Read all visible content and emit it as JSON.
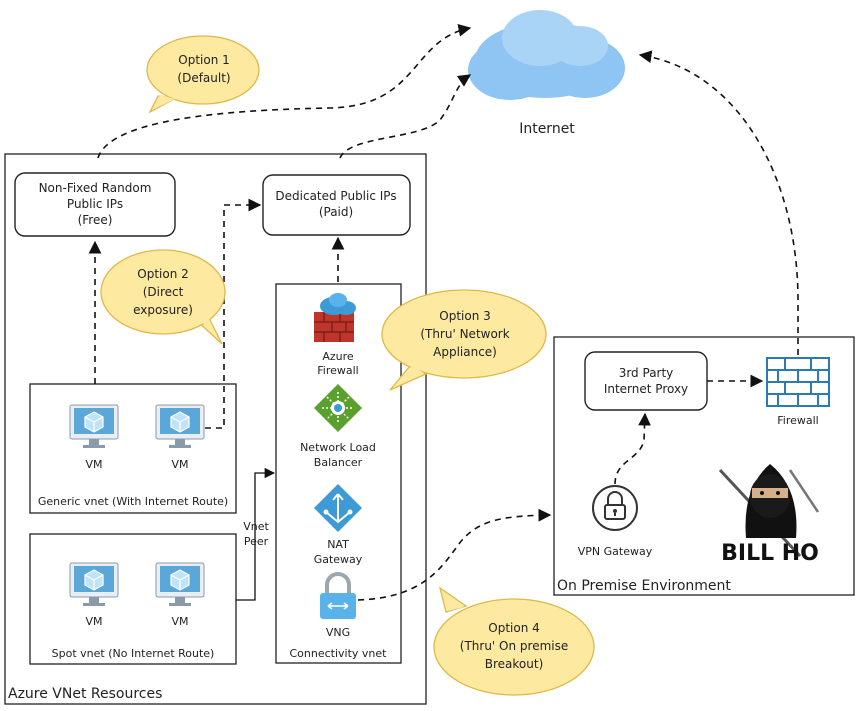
{
  "internet": {
    "label": "Internet"
  },
  "azure": {
    "title": "Azure VNet Resources",
    "public_ips_free": [
      "Non-Fixed Random",
      "Public IPs",
      "(Free)"
    ],
    "public_ips_paid": [
      "Dedicated Public IPs",
      "(Paid)"
    ],
    "generic_vnet": {
      "label": "Generic vnet (With Internet Route)",
      "vm1": "VM",
      "vm2": "VM"
    },
    "spot_vnet": {
      "label": "Spot vnet (No Internet Route)",
      "vm1": "VM",
      "vm2": "VM"
    },
    "vnet_peer": [
      "Vnet",
      "Peer"
    ],
    "connectivity": {
      "label": "Connectivity vnet",
      "azure_firewall": [
        "Azure",
        "Firewall"
      ],
      "nlb": [
        "Network Load",
        "Balancer"
      ],
      "nat": [
        "NAT",
        "Gateway"
      ],
      "vng": "VNG"
    }
  },
  "onprem": {
    "title": "On Premise Environment",
    "proxy": [
      "3rd Party",
      "Internet Proxy"
    ],
    "firewall": "Firewall",
    "vpn": "VPN Gateway",
    "logo_text": "BILL HO"
  },
  "options": {
    "o1": [
      "Option 1",
      "(Default)"
    ],
    "o2": [
      "Option 2",
      "(Direct",
      "exposure)"
    ],
    "o3": [
      "Option 3",
      "(Thru' Network",
      "Appliance)"
    ],
    "o4": [
      "Option 4",
      "(Thru' On premise",
      "Breakout)"
    ]
  },
  "colors": {
    "cloud": "#8ec5f2",
    "vm_screen": "#5aa7d8",
    "bubble": "#fde9a0",
    "firewall_red": "#c0352b",
    "nlb_green": "#5aa02c",
    "nat_blue": "#3c9ad6",
    "onprem_firewall": "#2a7ab8"
  }
}
